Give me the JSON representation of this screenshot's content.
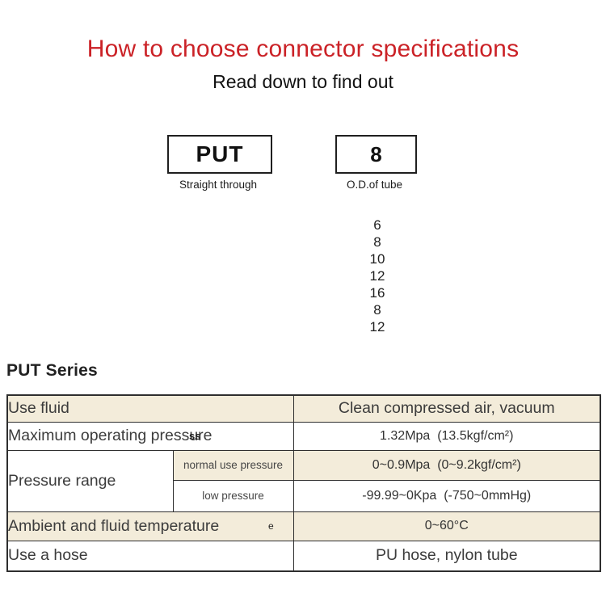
{
  "page": {
    "title": "How to choose connector specifications",
    "subtitle": "Read down to find out"
  },
  "selector": {
    "model_box": {
      "code": "PUT",
      "caption": "Straight through"
    },
    "size_box": {
      "code": "8",
      "caption": "O.D.of tube"
    },
    "tube_sizes": [
      "6",
      "8",
      "10",
      "12",
      "16",
      "8",
      "12"
    ]
  },
  "series": {
    "heading": "PUT Series"
  },
  "spec_table": {
    "rows": {
      "use_fluid": {
        "label": "Use fluid",
        "value": "Clean compressed air, vacuum"
      },
      "max_pressure": {
        "label": "Maximum operating pressure",
        "overlap_artifact": "ss",
        "value": "1.32Mpa  (13.5kgf/cm²)"
      },
      "pressure_range": {
        "label": "Pressure range",
        "normal": {
          "label": "normal use pressure",
          "value": "0~0.9Mpa  (0~9.2kgf/cm²)"
        },
        "low": {
          "label": "low pressure",
          "value": "-99.99~0Kpa  (-750~0mmHg)"
        }
      },
      "temperature": {
        "label": "Ambient and fluid temperature",
        "overlap_artifact": "e",
        "value": "0~60°C"
      },
      "hose": {
        "label": "Use a hose",
        "value": "PU hose, nylon tube"
      }
    }
  },
  "colors": {
    "accent_red": "#cb2227",
    "row_tint": "#f3ecda",
    "table_border": "#2e2e2e"
  }
}
